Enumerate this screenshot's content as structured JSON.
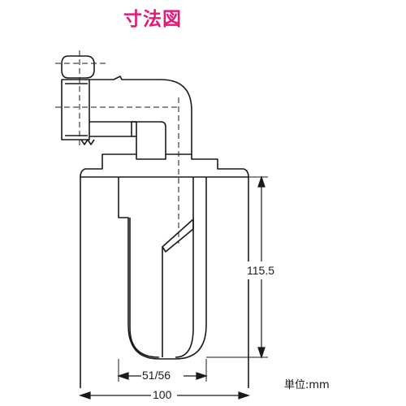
{
  "title": "寸法図",
  "colors": {
    "title": "#e5187a",
    "line": "#1a1a1a",
    "fill": "#ffffff"
  },
  "dimensions": {
    "height": "115.5",
    "inner_width": "51/56",
    "outer_width": "100"
  },
  "unit_label": "単位:mm"
}
